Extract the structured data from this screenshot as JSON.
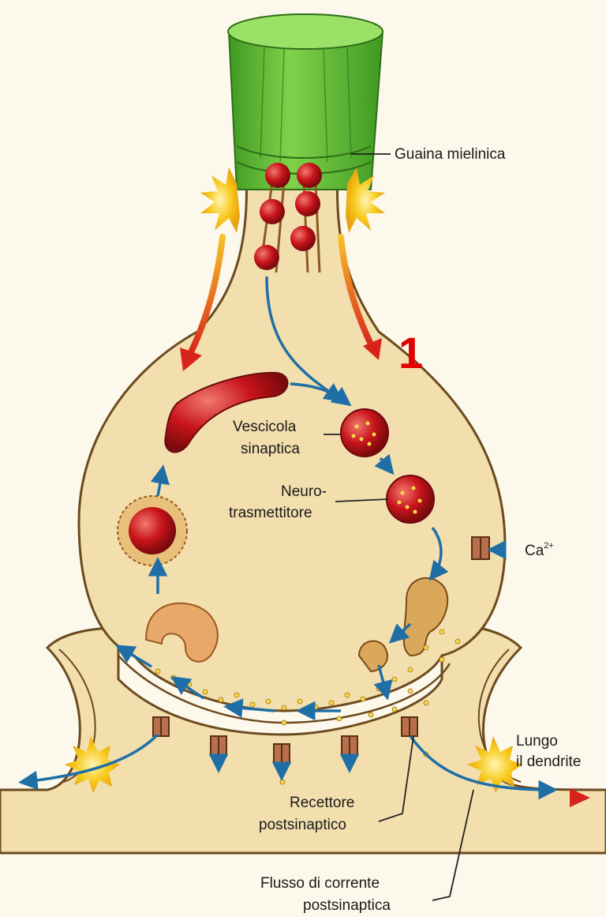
{
  "marker": "1",
  "labels": {
    "myelin": "Guaina mielinica",
    "vesicle_line1": "Vescicola",
    "vesicle_line2": "sinaptica",
    "nt_line1": "Neuro-",
    "nt_line2": "trasmettitore",
    "calcium": "Ca",
    "calcium_charge": "2+",
    "dendrite_line1": "Lungo",
    "dendrite_line2": "il dendrite",
    "receptor_line1": "Recettore",
    "receptor_line2": "postsinaptico",
    "current_line1": "Flusso di corrente",
    "current_line2": "postsinaptica"
  },
  "colors": {
    "cytoplasm": "#f3dfae",
    "outline": "#6b4a1e",
    "myelin": "#5cb531",
    "vesicle": "#c8141b",
    "arrow_blue": "#1f6fa6",
    "arrow_red": "#d8231b",
    "spark": "#f7c81a",
    "marker": "#e00000"
  }
}
